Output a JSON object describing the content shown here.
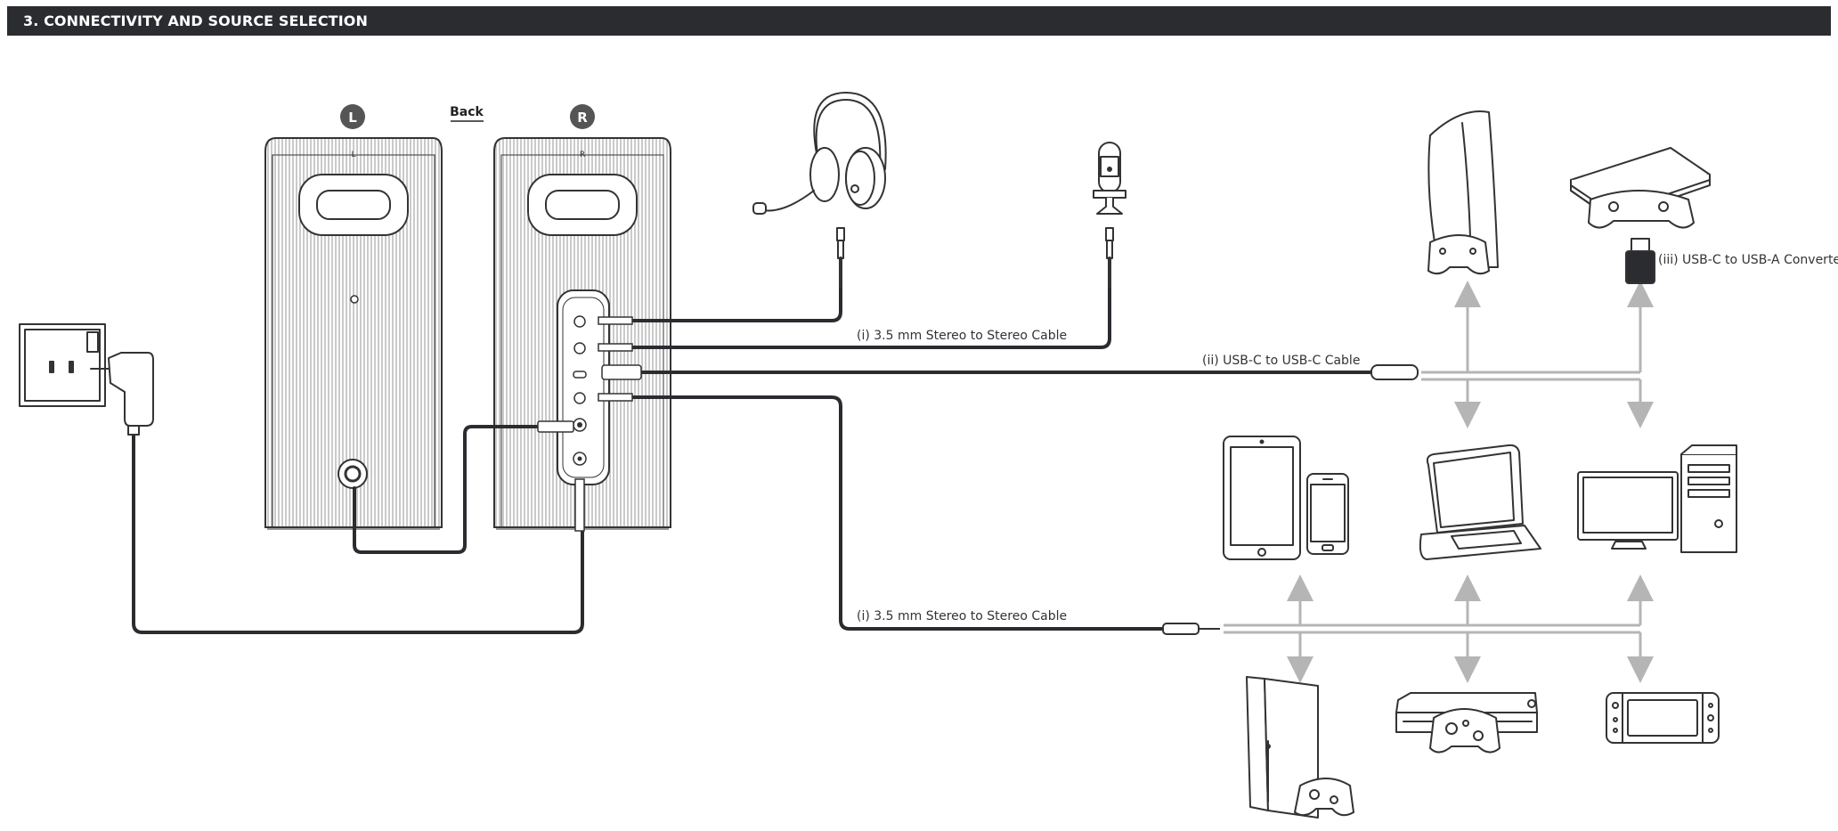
{
  "header": {
    "title": "3. CONNECTIVITY AND SOURCE SELECTION"
  },
  "speakers": {
    "left_badge": "L",
    "right_badge": "R",
    "back_label": "Back",
    "left_top_mark": "L",
    "right_top_mark": "R"
  },
  "cables": {
    "aux_top": "(i) 3.5 mm Stereo to Stereo Cable",
    "usbc": "(ii) USB-C to USB-C Cable",
    "converter": "(iii) USB-C to USB-A Converter",
    "aux_bottom": "(i) 3.5 mm Stereo to Stereo Cable"
  },
  "devices": [
    "headset-icon",
    "microphone-icon",
    "playstation5-icon",
    "playstation4-icon",
    "usb-dongle-icon",
    "tablet-icon",
    "phone-icon",
    "laptop-icon",
    "desktop-pc-icon",
    "xbox-series-x-icon",
    "xbox-one-icon",
    "nintendo-switch-icon",
    "wall-socket-icon",
    "power-adapter-icon"
  ],
  "colors": {
    "header_bg": "#2a2c30",
    "cable": "#2a2c30",
    "arrow": "#b5b5b5",
    "line_art": "#333333"
  }
}
